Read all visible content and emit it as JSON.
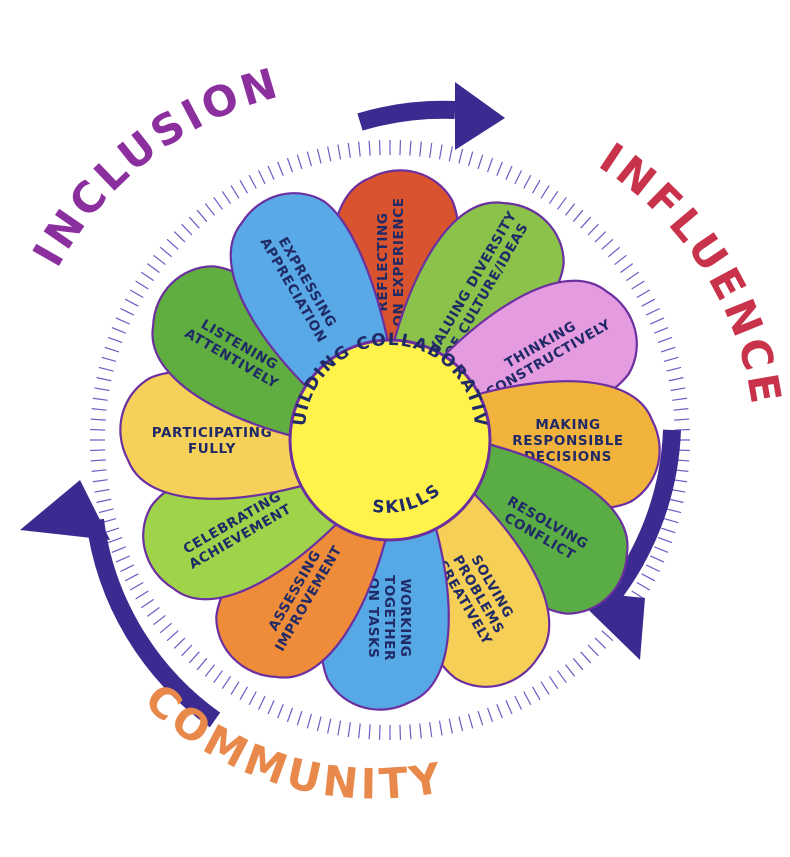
{
  "center": {
    "text_top": "BUILDING COLLABORATIVE",
    "text_bottom": "SKILLS",
    "color": "#fff24a"
  },
  "ring_words": [
    {
      "text": "INCLUSION",
      "color": "#8c2f9e"
    },
    {
      "text": "INFLUENCE",
      "color": "#c8324a"
    },
    {
      "text": "COMMUNITY",
      "color": "#e8884a"
    }
  ],
  "petals": [
    {
      "lines": [
        "REFLECTING",
        "ON EXPERIENCE"
      ],
      "color": "#d9532f"
    },
    {
      "lines": [
        "VALUING DIVERSITY",
        "OF CULTURE/IDEAS"
      ],
      "color": "#8bc34a"
    },
    {
      "lines": [
        "THINKING",
        "CONSTRUCTIVELY"
      ],
      "color": "#e59be0"
    },
    {
      "lines": [
        "MAKING",
        "RESPONSIBLE",
        "DECISIONS"
      ],
      "color": "#f2b33d"
    },
    {
      "lines": [
        "RESOLVING",
        "CONFLICT"
      ],
      "color": "#5aac44"
    },
    {
      "lines": [
        "SOLVING",
        "PROBLEMS",
        "CREATIVELY"
      ],
      "color": "#f6cf56"
    },
    {
      "lines": [
        "WORKING",
        "TOGETHER",
        "ON TASKS"
      ],
      "color": "#57a9e6"
    },
    {
      "lines": [
        "ASSESSING",
        "IMPROVEMENT"
      ],
      "color": "#ee8c3a"
    },
    {
      "lines": [
        "CELEBRATING",
        "ACHIEVEMENT"
      ],
      "color": "#9fd34a"
    },
    {
      "lines": [
        "PARTICIPATING",
        "FULLY"
      ],
      "color": "#f6d15a"
    },
    {
      "lines": [
        "LISTENING",
        "ATTENTIVELY"
      ],
      "color": "#5fae3f"
    },
    {
      "lines": [
        "EXPRESSING",
        "APPRECIATION"
      ],
      "color": "#58a9e6"
    }
  ],
  "colors": {
    "ring_arrow": "#3b2a8f",
    "petal_outline": "#6b2fa0"
  }
}
